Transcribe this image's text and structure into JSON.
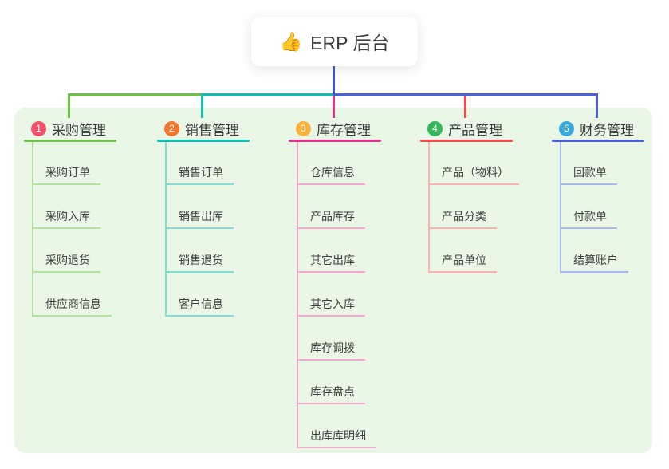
{
  "root": {
    "icon": "👍",
    "title": "ERP 后台"
  },
  "branches": [
    {
      "badge": "1",
      "label": "采购管理",
      "badge_color": "#F2536A",
      "line_color": "#6FBF4A",
      "child_line_color": "#B5E0A0",
      "children": [
        "采购订单",
        "采购入库",
        "采购退货",
        "供应商信息"
      ]
    },
    {
      "badge": "2",
      "label": "销售管理",
      "badge_color": "#F5762F",
      "line_color": "#12BFB1",
      "child_line_color": "#85DCD2",
      "children": [
        "销售订单",
        "销售出库",
        "销售退货",
        "客户信息"
      ]
    },
    {
      "badge": "3",
      "label": "库存管理",
      "badge_color": "#F9B13C",
      "line_color": "#DC348E",
      "child_line_color": "#F3A8CD",
      "children": [
        "仓库信息",
        "产品库存",
        "其它出库",
        "其它入库",
        "库存调拨",
        "库存盘点",
        "出库库明细"
      ]
    },
    {
      "badge": "4",
      "label": "产品管理",
      "badge_color": "#35B65B",
      "line_color": "#F04C4C",
      "child_line_color": "#F8B2B1",
      "children": [
        "产品（物料）",
        "产品分类",
        "产品单位"
      ]
    },
    {
      "badge": "5",
      "label": "财务管理",
      "badge_color": "#38A9DC",
      "line_color": "#4A60D4",
      "child_line_color": "#AABBEA",
      "children": [
        "回款单",
        "付款单",
        "结算账户"
      ]
    }
  ],
  "canvas": {
    "page_bg": "#FFFFFF",
    "panel_bg": "#EAF7E7",
    "root_stem_color": "#4453D3"
  }
}
